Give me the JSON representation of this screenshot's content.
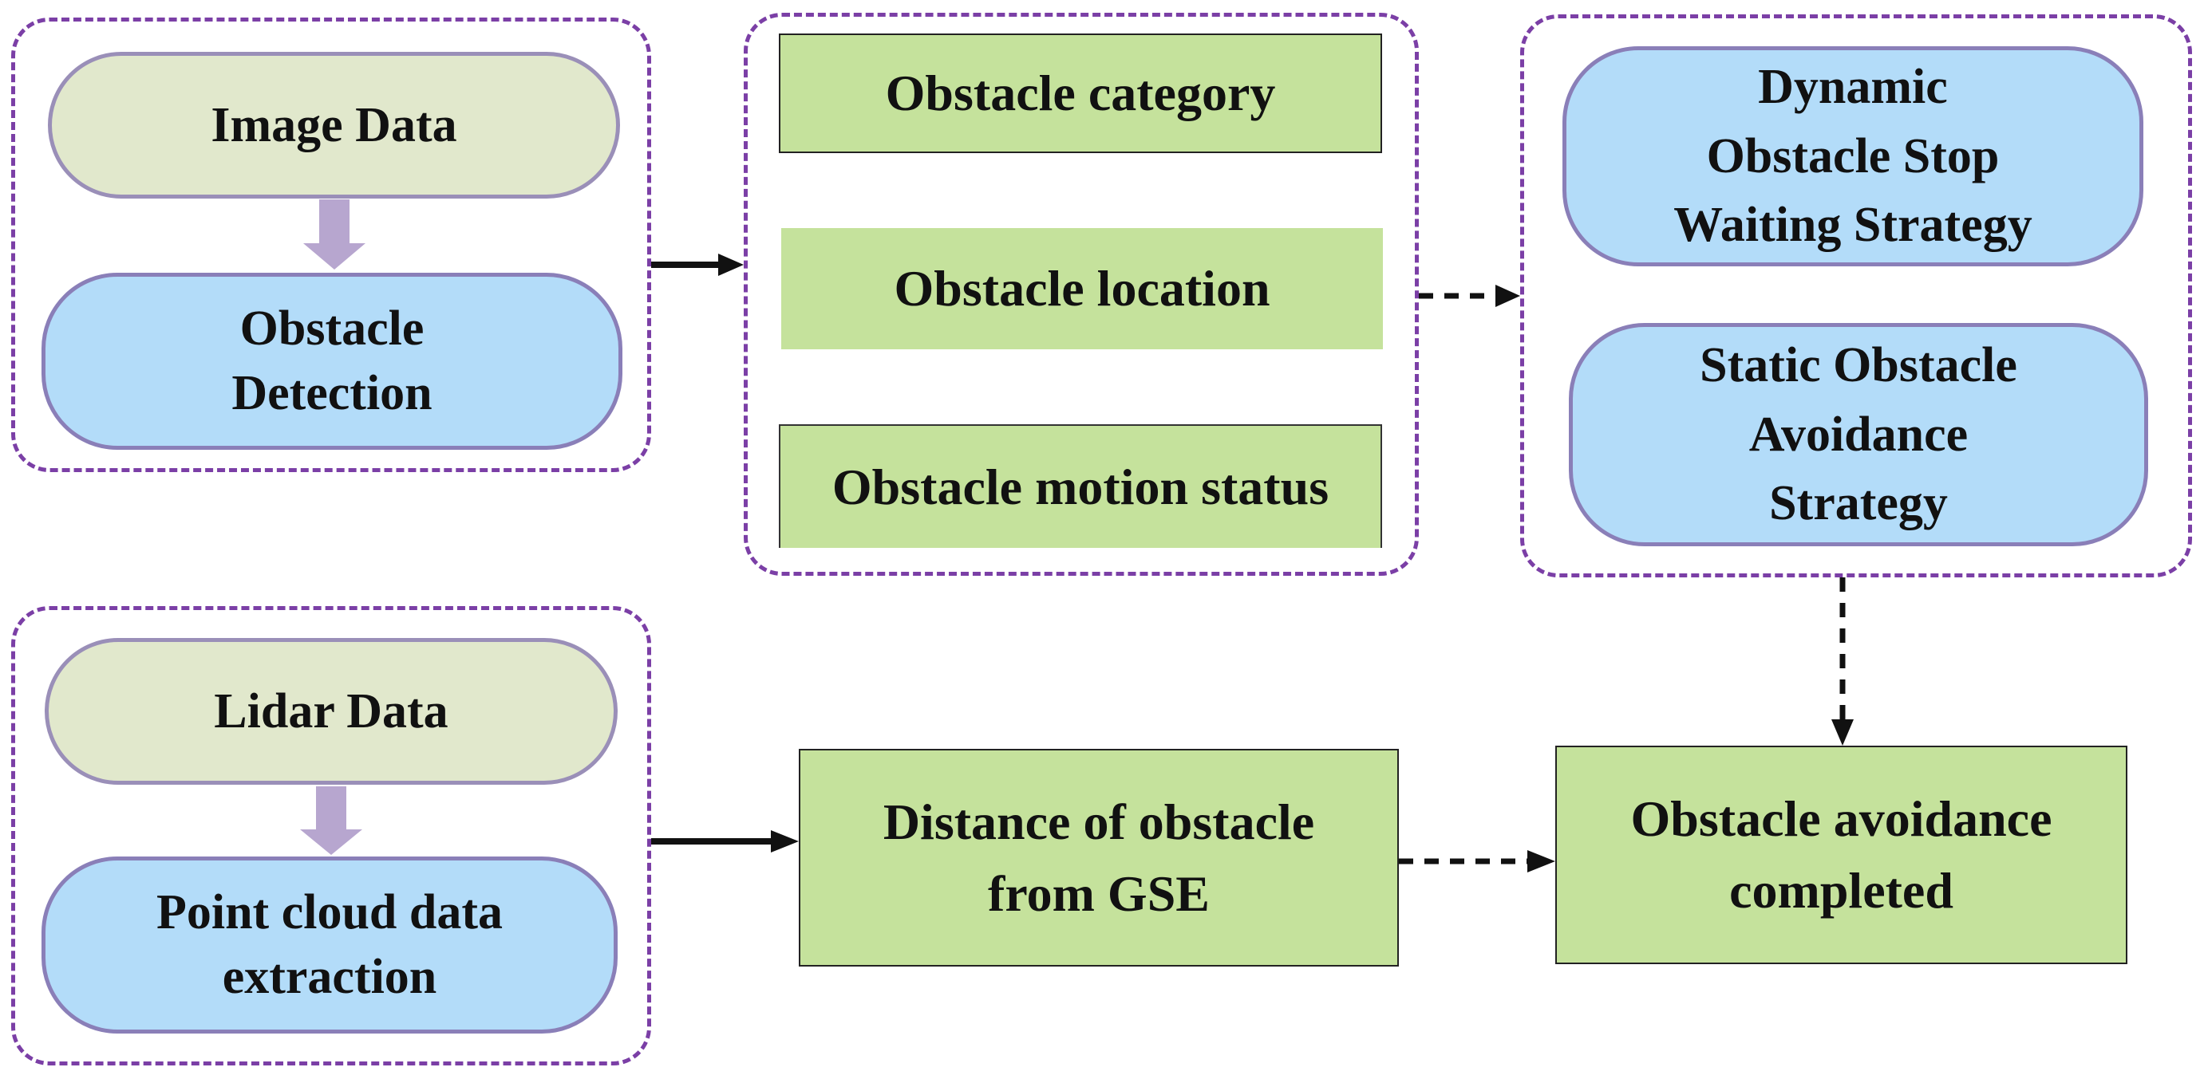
{
  "nodes": {
    "image_data": "Image  Data",
    "obstacle_detection": "Obstacle\nDetection",
    "lidar_data": "Lidar Data",
    "point_cloud": "Point cloud data\nextraction",
    "obstacle_category": "Obstacle category",
    "obstacle_location": "Obstacle location",
    "obstacle_motion_status": "Obstacle motion status",
    "dynamic_strategy": "Dynamic\nObstacle Stop\nWaiting Strategy",
    "static_strategy": "Static Obstacle\nAvoidance\nStrategy",
    "distance": "Distance of obstacle\nfrom GSE",
    "completed": "Obstacle avoidance\ncompleted"
  },
  "colors": {
    "group_border": "#7b3fa6",
    "data_fill": "#e1e8cc",
    "process_fill": "#b3dcf9",
    "result_fill": "#c5e29c",
    "down_arrow": "#b7a6cf"
  }
}
